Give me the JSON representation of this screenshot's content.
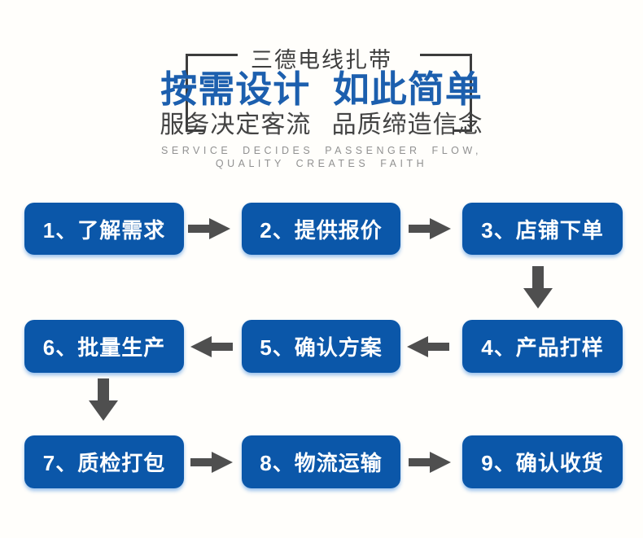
{
  "theme": {
    "background": "#fffefb",
    "title_blue": "#1c5fae",
    "box_blue": "#0b57a9",
    "arrow_gray": "#4f4f4f",
    "line_dark": "#3d3d3d",
    "subtitle_gray": "#434343",
    "caption_gray": "#919191"
  },
  "header": {
    "brand": "三德电线扎带",
    "title": "按需设计 如此简单",
    "subtitle": "服务决定客流 品质缔造信念",
    "caption_line1": "SERVICE DECIDES PASSENGER FLOW,",
    "caption_line2": "QUALITY CREATES FAITH"
  },
  "flow": {
    "steps": [
      "1、了解需求",
      "2、提供报价",
      "3、店铺下单",
      "4、产品打样",
      "5、确认方案",
      "6、批量生产",
      "7、质检打包",
      "8、物流运输",
      "9、确认收货"
    ]
  }
}
